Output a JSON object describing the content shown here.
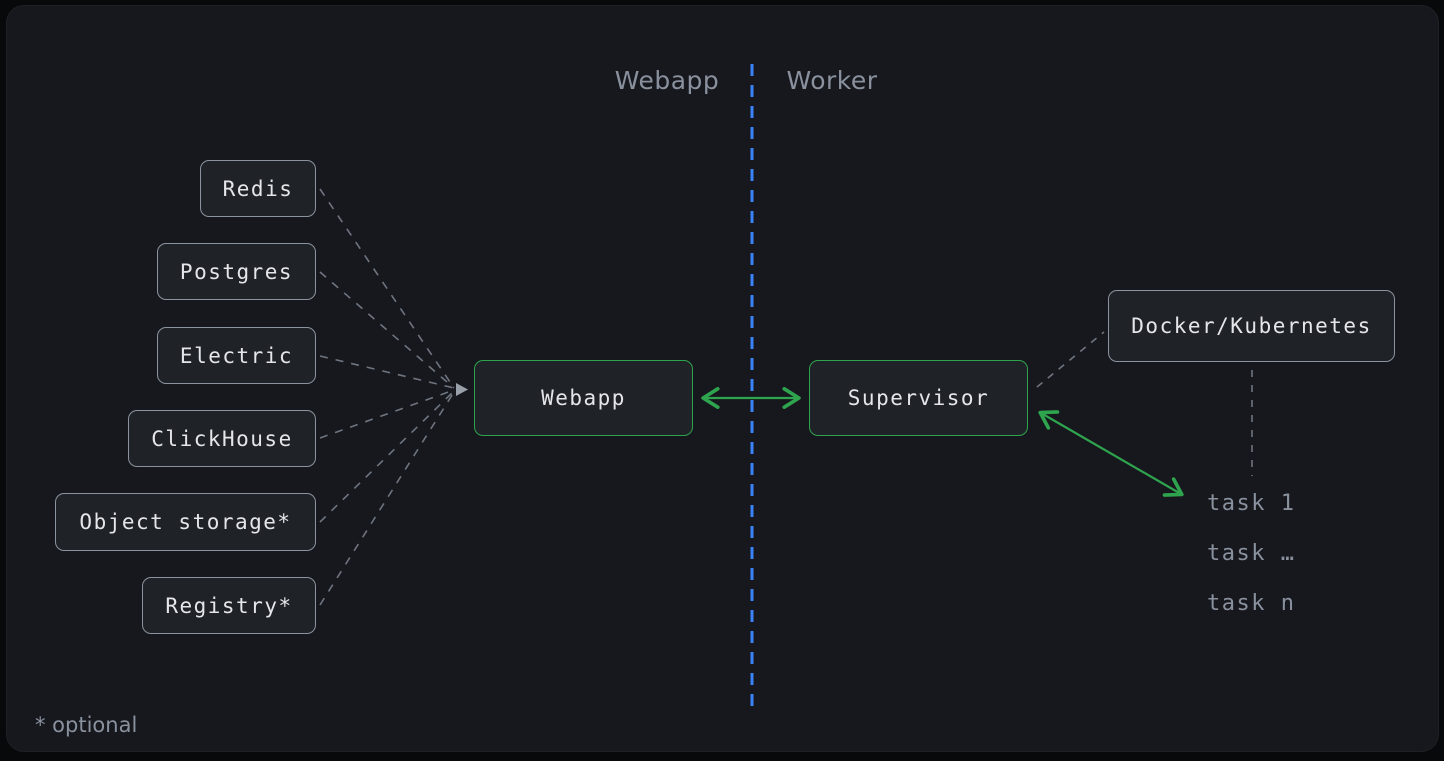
{
  "lanes": {
    "left": "Webapp",
    "right": "Worker"
  },
  "dependencies": [
    {
      "label": "Redis"
    },
    {
      "label": "Postgres"
    },
    {
      "label": "Electric"
    },
    {
      "label": "ClickHouse"
    },
    {
      "label": "Object storage*"
    },
    {
      "label": "Registry*"
    }
  ],
  "nodes": {
    "webapp": {
      "label": "Webapp"
    },
    "supervisor": {
      "label": "Supervisor"
    },
    "orchestrator": {
      "label": "Docker/Kubernetes"
    }
  },
  "tasks": [
    {
      "label": "task 1"
    },
    {
      "label": "task …"
    },
    {
      "label": "task n"
    }
  ],
  "footnote": "* optional",
  "colors": {
    "accent_green": "#2fa44e",
    "accent_blue": "#3b82f6",
    "connector_gray": "#6e7580",
    "node_border": "#8b939e",
    "node_bg": "#1f2227",
    "canvas_bg": "#16181d",
    "text_primary": "#e4e6e9",
    "text_muted": "#8a919e"
  }
}
